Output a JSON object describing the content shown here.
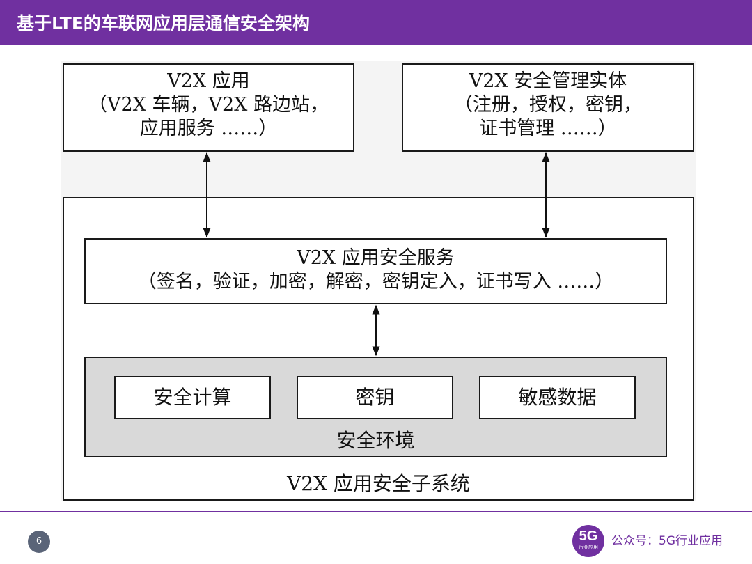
{
  "header": {
    "title": "基于LTE的车联网应用层通信安全架构"
  },
  "diagram": {
    "app_box": {
      "line1": "V2X 应用",
      "line2": "（V2X 车辆，V2X 路边站，",
      "line3": "应用服务 ……）"
    },
    "mgmt_box": {
      "line1": "V2X 安全管理实体",
      "line2": "（注册，授权，密钥，",
      "line3": "证书管理 ……）"
    },
    "service_box": {
      "line1": "V2X 应用安全服务",
      "line2": "（签名，验证，加密，解密，密钥定入，证书写入 ……）"
    },
    "environment": {
      "cells": [
        "安全计算",
        "密钥",
        "敏感数据"
      ],
      "label": "安全环境"
    },
    "subsystem_label": "V2X 应用安全子系统"
  },
  "footer": {
    "page_number": "6",
    "logo": {
      "big": "5G",
      "small": "行业应用"
    },
    "wechat": "公众号：5G行业应用"
  },
  "colors": {
    "brand": "#7030a0",
    "env_fill": "#d9d9d9"
  }
}
